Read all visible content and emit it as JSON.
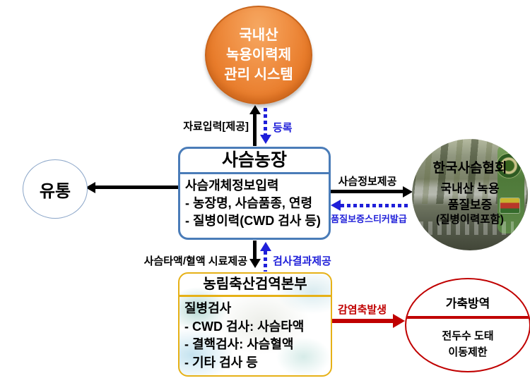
{
  "system_ellipse": {
    "lines": [
      "국내산",
      "녹용이력제",
      "관리 시스템"
    ]
  },
  "farm_box": {
    "title": "사슴농장",
    "body_title": "사슴개체정보입력",
    "items": [
      "- 농장명, 사슴품종, 연령",
      "- 질병이력(CWD 검사 등)"
    ]
  },
  "distribution_circle": {
    "label": "유통"
  },
  "association_circle": {
    "lines": [
      "한국사슴협회",
      "국내산 녹용",
      "품질보증",
      "(질병이력포함)"
    ]
  },
  "quarantine_box": {
    "title": "농림축산검역본부",
    "body_title": "질병검사",
    "items": [
      "- CWD 검사: 사슴타액",
      "- 결핵검사: 사슴혈액",
      "- 기타 검사 등"
    ]
  },
  "livestock_circle": {
    "title": "가축방역",
    "lines": [
      "전두수 도태",
      "이동제한"
    ]
  },
  "arrow_labels": {
    "data_input": "자료입력[제공]",
    "register": "등록",
    "deer_info": "사슴정보제공",
    "sticker_issue": "품질보증스티커발급",
    "sample_supply": "사슴타액/혈액 시료제공",
    "test_result": "검사결과제공",
    "infection": "감염축발생"
  },
  "colors": {
    "box_blue": "#4a7cb8",
    "arrow_text_blue": "#1f1fd9",
    "box_gold": "#e6b117",
    "alert_red": "#c00000",
    "ellipse_orange": "#e87c2b",
    "black": "#000000"
  }
}
